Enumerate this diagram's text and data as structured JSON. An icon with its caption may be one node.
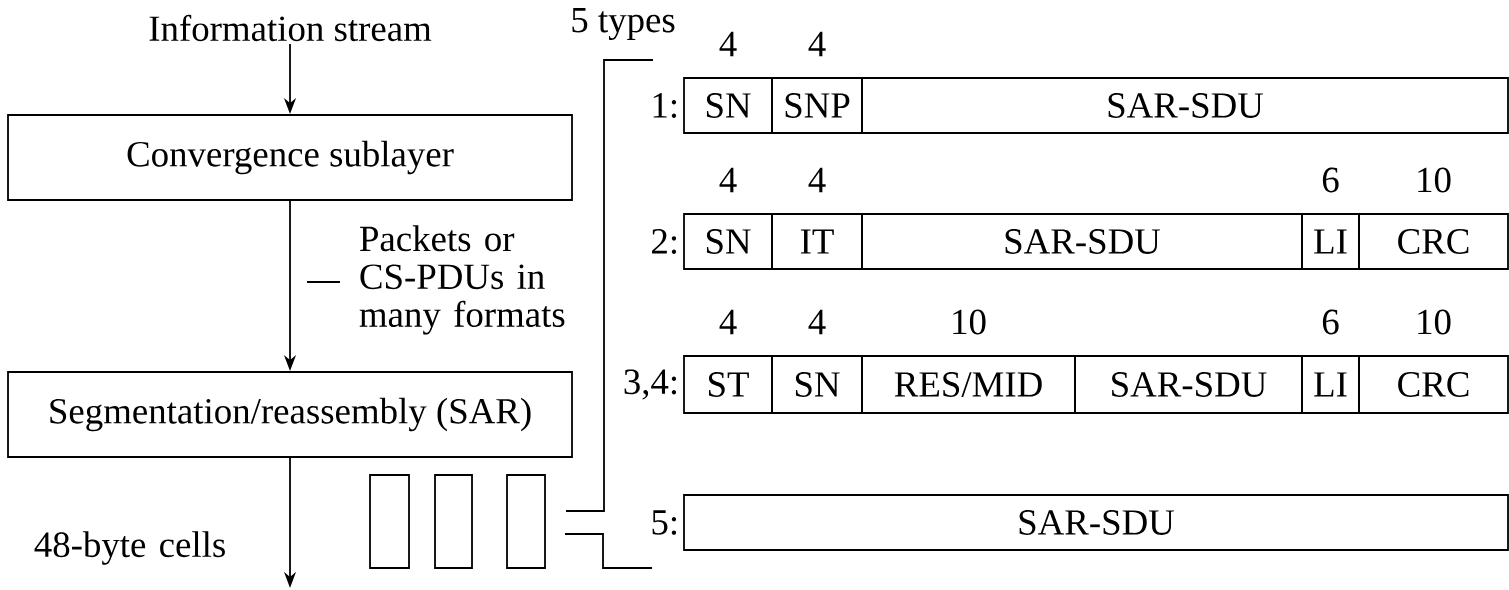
{
  "diagram": {
    "nodes": [
      {
        "text": [
          "Information stream"
        ]
      },
      {
        "text": [
          "Convergence sublayer"
        ]
      },
      {
        "text": [
          "Segmentation/reassembly (SAR)"
        ]
      },
      {
        "text": [],
        "shape": "box"
      },
      {
        "text": [],
        "shape": "box"
      },
      {
        "text": [],
        "shape": "box"
      },
      {
        "text": [
          "SN"
        ],
        "beside": [
          "1:",
          "4"
        ]
      },
      {
        "text": [
          "SNP"
        ],
        "beside": [
          "4"
        ]
      },
      {
        "text": [
          "SAR-SDU"
        ]
      },
      {
        "text": [
          "SN"
        ],
        "beside": [
          "2:",
          "4"
        ]
      },
      {
        "text": [
          "IT"
        ],
        "beside": [
          "4"
        ]
      },
      {
        "text": [
          "SAR-SDU"
        ]
      },
      {
        "text": [
          "LI"
        ],
        "beside": [
          "6"
        ]
      },
      {
        "text": [
          "CRC"
        ],
        "beside": [
          "10"
        ]
      },
      {
        "text": [
          "ST"
        ],
        "beside": [
          "3,4:",
          "4"
        ]
      },
      {
        "text": [
          "SN"
        ],
        "beside": [
          "4"
        ]
      },
      {
        "text": [
          "RES/MID"
        ],
        "beside": [
          "10"
        ]
      },
      {
        "text": [
          "SAR-SDU"
        ]
      },
      {
        "text": [
          "LI"
        ],
        "beside": [
          "6"
        ]
      },
      {
        "text": [
          "CRC"
        ],
        "beside": [
          "10"
        ]
      },
      {
        "text": [
          "SAR-SDU"
        ],
        "beside": [
          "5:"
        ]
      }
    ],
    "edges": [
      {
        "from": 0,
        "to": 1,
        "arrow": "to"
      },
      {
        "from": 1,
        "to": 2,
        "arrow": "to",
        "label": "Packets or CS-PDUs in many formats"
      },
      {
        "from": 2,
        "to": null,
        "arrow": "to",
        "label": "48-byte cells"
      }
    ],
    "labels": [
      "5 types"
    ]
  }
}
